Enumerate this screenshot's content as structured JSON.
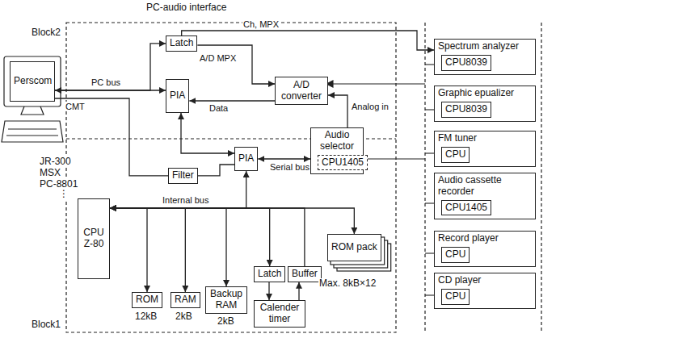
{
  "diagram": {
    "nodes": [
      {
        "text": [
          "Perscom"
        ]
      },
      {
        "text": [
          "Latch"
        ]
      },
      {
        "text": [
          "PIA"
        ]
      },
      {
        "text": [
          "A/D converter"
        ]
      },
      {
        "text": [
          "Filter"
        ]
      },
      {
        "text": [
          "PIA"
        ]
      },
      {
        "text": [
          "CPU Z-80"
        ]
      },
      {
        "text": [
          "ROM"
        ]
      },
      {
        "text": [
          "RAM"
        ]
      },
      {
        "text": [
          "Backup RAM"
        ]
      },
      {
        "text": [
          "Latch"
        ]
      },
      {
        "text": [
          "Buffer"
        ]
      },
      {
        "text": [
          "Calender timer"
        ]
      },
      {
        "text": [
          "ROM pack"
        ]
      },
      {
        "text": [
          "Audio selector"
        ]
      },
      {
        "text": [
          "CPU1405"
        ],
        "in": 14
      },
      {
        "text": [
          "Spectrum analyzer"
        ]
      },
      {
        "text": [
          "CPU8039"
        ],
        "in": 16
      },
      {
        "text": [
          "Graphic epualizer"
        ]
      },
      {
        "text": [
          "CPU8039"
        ],
        "in": 18
      },
      {
        "text": [
          "FM tuner"
        ]
      },
      {
        "text": [
          "CPU"
        ],
        "in": 20
      },
      {
        "text": [
          "Audio cassette recorder"
        ]
      },
      {
        "text": [
          "CPU1405"
        ],
        "in": 22
      },
      {
        "text": [
          "Record player"
        ]
      },
      {
        "text": [
          "CPU"
        ],
        "in": 24
      },
      {
        "text": [
          "CD player"
        ]
      },
      {
        "text": [
          "CPU"
        ],
        "in": 26
      }
    ],
    "edges": [
      {
        "from": 0,
        "to": 2,
        "arrow": "both",
        "label": "PC bus"
      },
      {
        "from": 0,
        "to": 1,
        "arrow": "to"
      },
      {
        "from": 1,
        "to": 16,
        "arrow": "to",
        "label": "Ch, MPX"
      },
      {
        "from": 1,
        "to": 3,
        "arrow": "to",
        "label": "A/D MPX"
      },
      {
        "from": 3,
        "to": 2,
        "arrow": "to",
        "label": "Data"
      },
      {
        "from": 14,
        "to": 3,
        "arrow": "to",
        "label": "Analog in"
      },
      {
        "from": 0,
        "to": 4,
        "arrow": "none",
        "label": "CMT"
      },
      {
        "from": 4,
        "to": 5,
        "arrow": "none"
      },
      {
        "from": 2,
        "to": 5,
        "arrow": "both"
      },
      {
        "from": 5,
        "to": 14,
        "arrow": "both",
        "label": "Serial bus"
      },
      {
        "from": 6,
        "to": 13,
        "arrow": "both",
        "label": "Internal bus"
      },
      {
        "from": 6,
        "to": 5,
        "arrow": "both"
      },
      {
        "from": 6,
        "to": 7,
        "arrow": "both"
      },
      {
        "from": 6,
        "to": 8,
        "arrow": "both"
      },
      {
        "from": 6,
        "to": 9,
        "arrow": "both"
      },
      {
        "from": 6,
        "to": 10,
        "arrow": "to"
      },
      {
        "from": 11,
        "to": 6,
        "arrow": "to"
      },
      {
        "from": 10,
        "to": 12,
        "arrow": "to"
      },
      {
        "from": 12,
        "to": 11,
        "arrow": "to"
      }
    ],
    "labels": [
      "PC-audio interface",
      "Block2",
      "Block1",
      "JR-300",
      "MSX",
      "PC-8801",
      "⋮",
      "12kB",
      "2kB",
      "2kB",
      "Max. 8kB×12"
    ]
  }
}
